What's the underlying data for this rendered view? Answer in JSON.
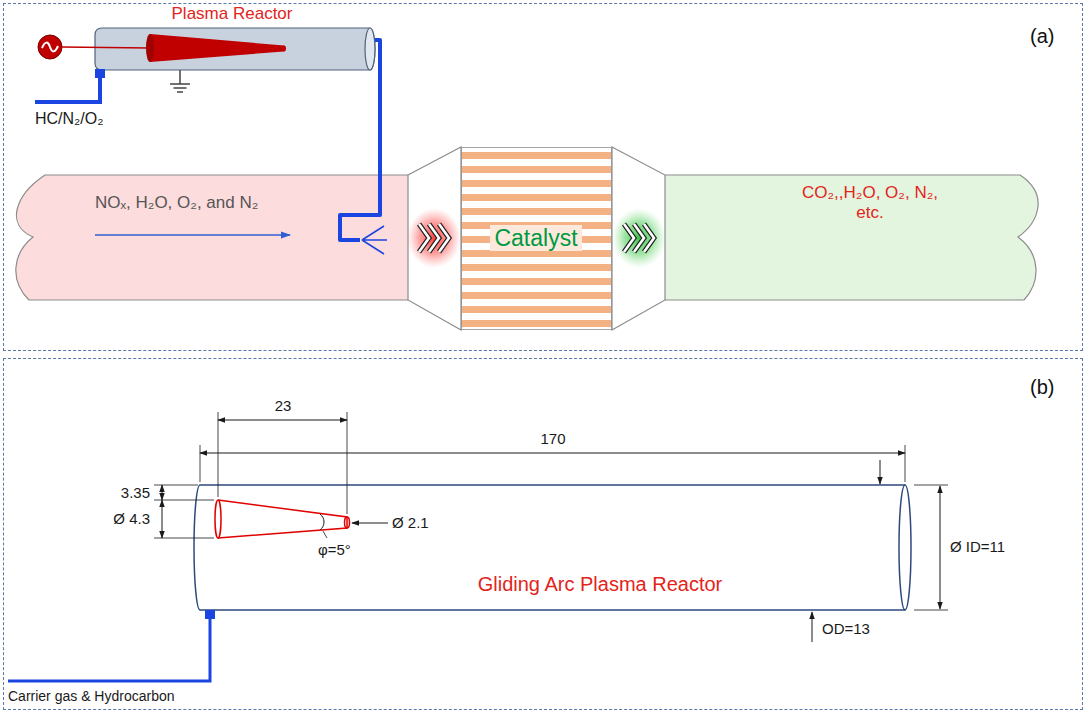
{
  "diagram": {
    "nodes": [
      {
        "text": [
          "(a)"
        ]
      },
      {
        "text": [
          "Plasma Reactor"
        ],
        "in": 0
      },
      {
        "text": [
          "NOₓ, H₂O, O₂, and N₂"
        ],
        "in": 0
      },
      {
        "text": [
          "Catalyst"
        ],
        "in": 0
      },
      {
        "text": [
          "CO₂,,H₂O, O₂, N₂, etc."
        ],
        "in": 0
      },
      {
        "text": [
          "(b)"
        ]
      },
      {
        "text": [
          "Gliding Arc Plasma Reactor"
        ],
        "in": 5
      }
    ],
    "edges": [
      {
        "from": 1,
        "to": 2,
        "arrow": "none"
      }
    ],
    "labels": [
      "HC/N₂/O₂",
      "23",
      "170",
      "3.35",
      "Ø 4.3",
      "Ø 2.1",
      "φ=5°",
      "Ø ID=11",
      "OD=13",
      "Carrier gas & Hydrocarbon"
    ]
  }
}
